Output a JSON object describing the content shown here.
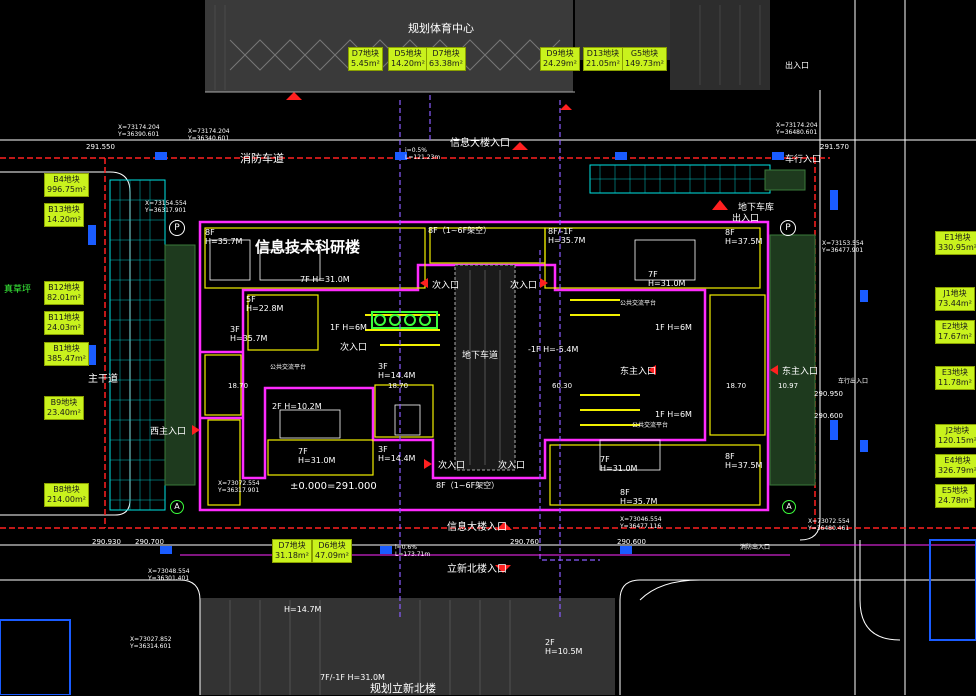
{
  "drawing": {
    "title_top": "规划体育中心",
    "title_bottom": "规划立新北楼",
    "main_building": "信息技术科研楼",
    "road_fire_lane": "消防车道",
    "entrance_main_top": "信息大楼入口",
    "entrance_main_bottom": "信息大楼入口",
    "entrance_lixin": "立新北楼入口",
    "vehicle_entrance": "车行入口",
    "underground_garage": "地下车库",
    "garage_exit": "出入口",
    "exit_right": "出入口",
    "secondary_entrance": "次入口",
    "east_main_entrance": "东主入口",
    "west_main_entrance": "西主入口",
    "underground_lane": "地下车道",
    "elevation": "±0.000=291.000",
    "left_road_1": "真草坪",
    "left_road_2": "主干道",
    "colors": {
      "building_outline": "#ff2bff",
      "fire_lane": "#ff2020",
      "grid_paving": "#00e5e5",
      "structure": "#f2f000",
      "green_area": "#3cff3c"
    }
  },
  "floors": {
    "nw": "8F",
    "nw_h": "H=35.7M",
    "top_left": "7F",
    "top_left_h": "H=31.0M",
    "top_center": "8F（1~6F架空）",
    "top_right_block": "8F/-1F",
    "top_right_h": "H=35.7M",
    "ne": "8F",
    "ne_h": "H=37.5M",
    "left_5f": "5F",
    "left_5f_h": "H=22.8M",
    "left_3f": "3F",
    "left_3f_h": "H=35.7M",
    "mid_1f": "1F H=6M",
    "mid_3f": "3F",
    "mid_3f_h": "H=14.4M",
    "mid_2f": "2F H=10.2M",
    "mid_7f": "7F",
    "mid_7f_h": "H=31.0M",
    "c3f": "3F",
    "c3f_h": "H=14.4M",
    "r_1f_top": "1F H=6M",
    "r_1f_mid": "1F H=6M",
    "r_1f_neg": "-1F H=-5.4M",
    "r_7f": "7F",
    "r_7f_h": "H=31.0M",
    "bottom_center": "8F（1~6F架空）",
    "se": "8F",
    "se_h": "H=37.5M",
    "sw_8f": "8F",
    "sw_8f_h": "H=35.7M",
    "right_7f": "7F",
    "right_7f_h": "H=31.0M",
    "far_right_8f": "8F",
    "far_right_8f_h": "H=37.5M",
    "bottom_14": "H=14.7M",
    "bottom_2f": "2F",
    "bottom_2f_h": "H=10.5M",
    "bottom_7f": "7F/-1F",
    "bottom_7f_h": "H=31.0M"
  },
  "tags_top": [
    {
      "name": "D7地块",
      "area": "5.45m²"
    },
    {
      "name": "D5地块",
      "area": "14.20m²"
    },
    {
      "name": "D7地块",
      "area": "63.38m²"
    },
    {
      "name": "D9地块",
      "area": "24.29m²"
    },
    {
      "name": "D13地块",
      "area": "21.05m²"
    },
    {
      "name": "G5地块",
      "area": "149.73m²"
    }
  ],
  "tags_left": [
    {
      "name": "B4地块",
      "area": "996.75m²"
    },
    {
      "name": "B13地块",
      "area": "14.20m²"
    },
    {
      "name": "B12地块",
      "area": "82.01m²"
    },
    {
      "name": "B11地块",
      "area": "24.03m²"
    },
    {
      "name": "B1地块",
      "area": "385.47m²"
    },
    {
      "name": "B9地块",
      "area": "23.40m²"
    },
    {
      "name": "B8地块",
      "area": "214.00m²"
    }
  ],
  "tags_right": [
    {
      "name": "E1地块",
      "area": "330.95m²"
    },
    {
      "name": "J1地块",
      "area": "73.44m²"
    },
    {
      "name": "E2地块",
      "area": "17.67m²"
    },
    {
      "name": "E3地块",
      "area": "11.78m²"
    },
    {
      "name": "J2地块",
      "area": "120.15m²"
    },
    {
      "name": "E4地块",
      "area": "326.79m²"
    },
    {
      "name": "E5地块",
      "area": "24.78m²"
    }
  ],
  "tags_bottom": [
    {
      "name": "D7地块",
      "area": "31.18m²"
    },
    {
      "name": "D6地块",
      "area": "47.09m²"
    }
  ],
  "coords": {
    "c1": "X=73174.204\nY=36390.601",
    "c2": "X=73174.204\nY=36340.601",
    "c3": "X=73174.204\nY=36480.601",
    "c4": "X=73154.554\nY=36317.901",
    "c5": "X=73072.554\nY=36317.901",
    "c6": "X=73048.554\nY=36301.401",
    "c7": "X=73027.852\nY=36314.601",
    "c8": "X=73153.554\nY=36477.901",
    "c9": "X=73072.554\nY=36480.461",
    "c10": "X=73046.554\nY=36477.116"
  },
  "levels": {
    "l1": "291.550",
    "l2": "291.570",
    "l3": "290.930",
    "l4": "290.700",
    "l5": "290.760",
    "l6": "290.600",
    "l7": "290.950",
    "l8": "290.600"
  },
  "dims": {
    "road1": "i=0.5%",
    "road1_l": "L=121.23m",
    "road2": "i=0.6%",
    "road2_l": "L=173.71m",
    "d1": "18.70",
    "d2": "18.70",
    "d3": "10.97",
    "d4": "60.30",
    "d5": "18.70"
  },
  "misc": {
    "parking": "P",
    "axis_a": "A",
    "note_left": "公共交流平台",
    "note_right": "公共交流平台",
    "note_rb": "公共交流平台",
    "vent": "消防出入口",
    "right_note": "车行出入口"
  }
}
